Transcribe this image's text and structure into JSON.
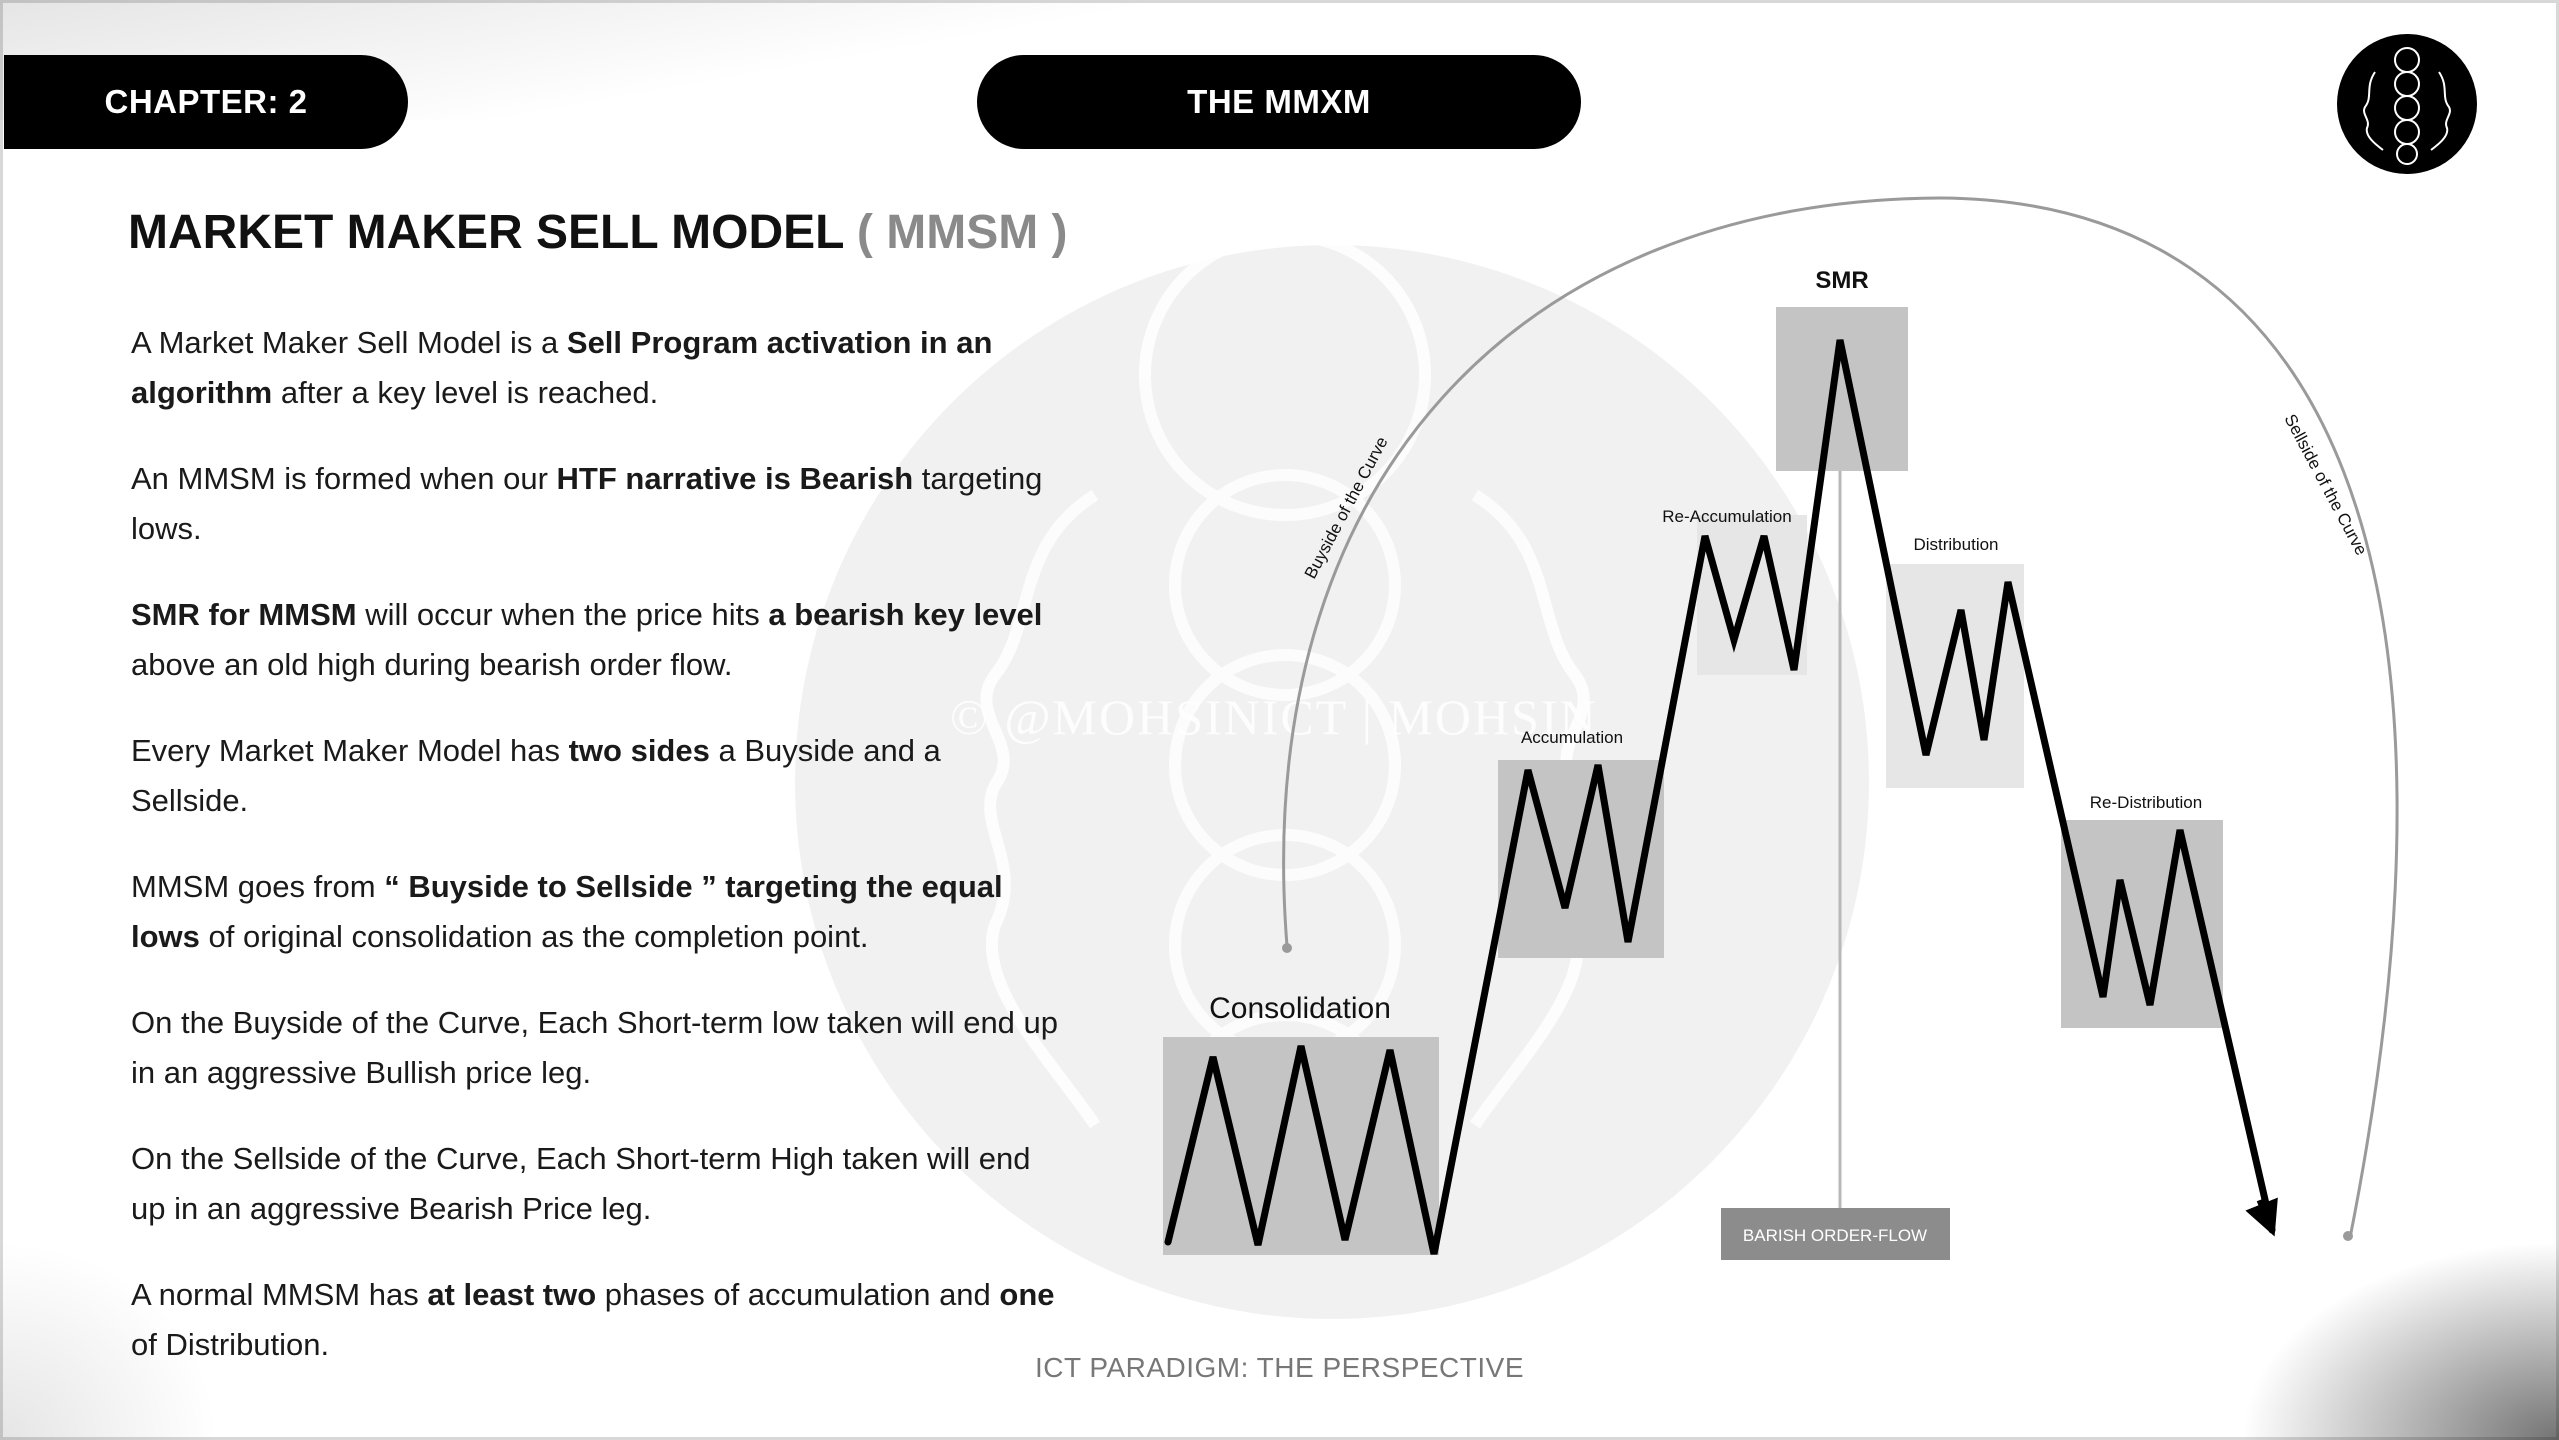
{
  "header": {
    "chapter": "CHAPTER: 2",
    "title": "THE MMXM"
  },
  "logo_icon": "mirrored-faces-emblem-icon",
  "heading": {
    "main": "MARKET MAKER SELL MODEL",
    "sub": "( MMSM )"
  },
  "paragraphs": [
    {
      "segments": [
        {
          "t": "A Market Maker Sell Model is a ",
          "b": false
        },
        {
          "t": "Sell Program activation in an algorithm",
          "b": true
        },
        {
          "t": " after a key level is reached.",
          "b": false
        }
      ]
    },
    {
      "segments": [
        {
          "t": "An MMSM is formed when our ",
          "b": false
        },
        {
          "t": "HTF narrative is Bearish",
          "b": true
        },
        {
          "t": " targeting lows.",
          "b": false
        }
      ]
    },
    {
      "segments": [
        {
          "t": "SMR for MMSM",
          "b": true
        },
        {
          "t": " will occur when the price hits ",
          "b": false
        },
        {
          "t": "a bearish key level",
          "b": true
        },
        {
          "t": " above an old high during bearish order flow.",
          "b": false
        }
      ]
    },
    {
      "segments": [
        {
          "t": "Every Market Maker Model has ",
          "b": false
        },
        {
          "t": "two sides",
          "b": true
        },
        {
          "t": " a Buyside and a Sellside.",
          "b": false
        }
      ]
    },
    {
      "segments": [
        {
          "t": "MMSM goes from ",
          "b": false
        },
        {
          "t": "“ Buyside to Sellside ” targeting the equal lows",
          "b": true
        },
        {
          "t": " of original consolidation as the completion point.",
          "b": false
        }
      ]
    },
    {
      "segments": [
        {
          "t": "On the Buyside of the Curve, Each Short-term low taken will end up in an aggressive Bullish price leg.",
          "b": false
        }
      ]
    },
    {
      "segments": [
        {
          "t": "On the Sellside of the Curve, Each Short-term High taken will end up in an aggressive Bearish Price leg.",
          "b": false
        }
      ]
    },
    {
      "segments": [
        {
          "t": "A normal MMSM has ",
          "b": false
        },
        {
          "t": "at least two",
          "b": true
        },
        {
          "t": " phases of accumulation and ",
          "b": false
        },
        {
          "t": "one",
          "b": true
        },
        {
          "t": " of Distribution.",
          "b": false
        }
      ]
    }
  ],
  "diagram": {
    "labels": {
      "smr": "SMR",
      "consolidation": "Consolidation",
      "accumulation": "Accumulation",
      "re_accumulation": "Re-Accumulation",
      "distribution": "Distribution",
      "re_distribution": "Re-Distribution",
      "buyside_curve": "Buyside of the Curve",
      "sellside_curve": "Sellside of the Curve",
      "order_flow": "BARISH ORDER-FLOW"
    },
    "colors": {
      "box": "#c4c4c4",
      "box_light": "#e2e2e2",
      "order_flow_bg": "#8c8c8c",
      "curve": "#999999"
    }
  },
  "watermark": "© @MOHSINICT | MOHSIN",
  "footer": "ICT PARADIGM: THE PERSPECTIVE"
}
